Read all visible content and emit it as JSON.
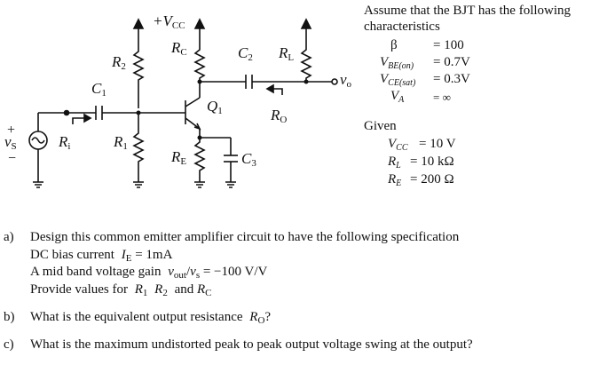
{
  "circuit": {
    "labels": {
      "vcc_prefix": "+V",
      "vcc_sub": "CC",
      "rc": "R",
      "rc_sub": "C",
      "r2": "R",
      "r2_sub": "2",
      "c2": "C",
      "c2_sub": "2",
      "rl": "R",
      "rl_sub": "L",
      "vo": "v",
      "vo_sub": "o",
      "c1": "C",
      "c1_sub": "1",
      "q1": "Q",
      "q1_sub": "1",
      "ro": "R",
      "ro_sub": "O",
      "plus": "+",
      "minus": "−",
      "vs": "v",
      "vs_sub": "S",
      "ri": "R",
      "ri_sub": "i",
      "r1": "R",
      "r1_sub": "1",
      "re": "R",
      "re_sub": "E",
      "c3": "C",
      "c3_sub": "3"
    }
  },
  "characteristics": {
    "intro_line1": "Assume that the BJT has the following",
    "intro_line2": "characteristics",
    "beta_sym": "β",
    "beta_val": "= 100",
    "vbe_sym": "V",
    "vbe_sub": "BE(on)",
    "vbe_val": "= 0.7V",
    "vce_sym": "V",
    "vce_sub": "CE(sat)",
    "vce_val": "= 0.3V",
    "va_sym": "V",
    "va_sub": "A",
    "va_val": "= ∞"
  },
  "given": {
    "heading": "Given",
    "vcc_sym": "V",
    "vcc_sub": "CC",
    "vcc_val": "= 10 V",
    "rl_sym": "R",
    "rl_sub": "L",
    "rl_val": "= 10 kΩ",
    "re_sym": "R",
    "re_sub": "E",
    "re_val": "= 200 Ω"
  },
  "questions": {
    "a_label": "a)",
    "a_text": "Design this common emitter amplifier circuit to have the following specification",
    "a_line2_pre": "DC bias current",
    "a_line2_sym": "I",
    "a_line2_sub": "E",
    "a_line2_val": "= 1mA",
    "a_line3_pre": "A mid band voltage gain",
    "a_line3_num": "v",
    "a_line3_num_sub": "out",
    "a_line3_den": "v",
    "a_line3_den_sub": "s",
    "a_line3_val": "= −100 V/V",
    "a_line4_pre": "Provide values for",
    "a_line4_r1": "R",
    "a_line4_r1_sub": "1",
    "a_line4_r2": "R",
    "a_line4_r2_sub": "2",
    "a_line4_and": "and",
    "a_line4_rc": "R",
    "a_line4_rc_sub": "C",
    "b_label": "b)",
    "b_text": "What is the equivalent output resistance",
    "b_sym": "R",
    "b_sub": "O",
    "b_q": "?",
    "c_label": "c)",
    "c_text": "What is the maximum undistorted peak to peak output voltage swing at the output?"
  }
}
